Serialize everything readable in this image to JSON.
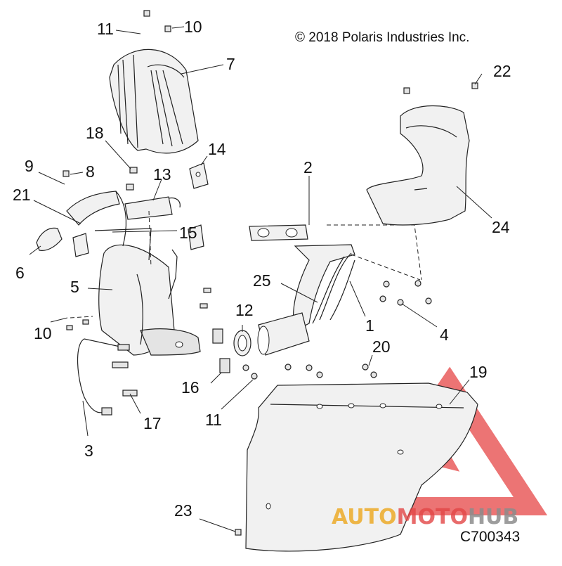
{
  "copyright": "© 2018 Polaris Industries Inc.",
  "drawing_code": "C700343",
  "watermark": {
    "part1": "AUTO",
    "part2": "MOTO",
    "part3": "HUB",
    "red": "#e64646",
    "orange": "#eca828",
    "gray": "#8c8c8c"
  },
  "callouts": {
    "c1": "1",
    "c2": "2",
    "c3": "3",
    "c4": "4",
    "c5": "5",
    "c6": "6",
    "c7": "7",
    "c8": "8",
    "c9": "9",
    "c10a": "10",
    "c10b": "10",
    "c11a": "11",
    "c11b": "11",
    "c12": "12",
    "c13": "13",
    "c14": "14",
    "c15": "15",
    "c16": "16",
    "c17": "17",
    "c18": "18",
    "c19": "19",
    "c20": "20",
    "c21": "21",
    "c22": "22",
    "c23": "23",
    "c24": "24",
    "c25": "25"
  }
}
